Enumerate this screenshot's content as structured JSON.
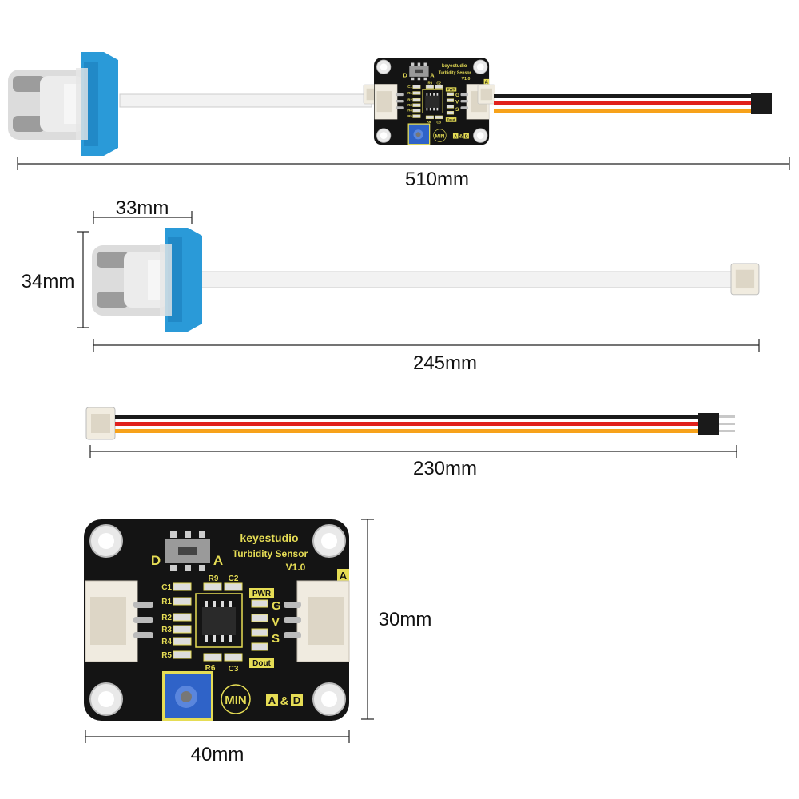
{
  "dimensions": {
    "full_length": "510mm",
    "probe_width": "33mm",
    "probe_height": "34mm",
    "probe_cable_length": "245mm",
    "wire_length": "230mm",
    "board_height": "30mm",
    "board_width": "40mm"
  },
  "board": {
    "brand": "keyestudio",
    "name": "Turbidity Sensor",
    "version": "V1.0",
    "switch_left": "D",
    "switch_right": "A",
    "mode_badge": "A",
    "pwr": "PWR",
    "dout": "Dout",
    "pins": [
      "G",
      "V",
      "S"
    ],
    "left_parts": [
      "C1",
      "R1",
      "R2",
      "R3",
      "R4",
      "R5"
    ],
    "top_parts": [
      "R9",
      "C2"
    ],
    "bottom_parts": [
      "R6",
      "C3"
    ],
    "pot_label": "MIN",
    "mode_a": "A",
    "mode_amp": "&",
    "mode_d": "D"
  },
  "colors": {
    "pcb": "#141414",
    "silkscreen": "#e6dd55",
    "probe_clip": "#2a9ad8",
    "potentiometer": "#2f63c8",
    "wire_black": "#1a1a1a",
    "wire_red": "#e0201c",
    "wire_orange": "#f7a21a"
  }
}
